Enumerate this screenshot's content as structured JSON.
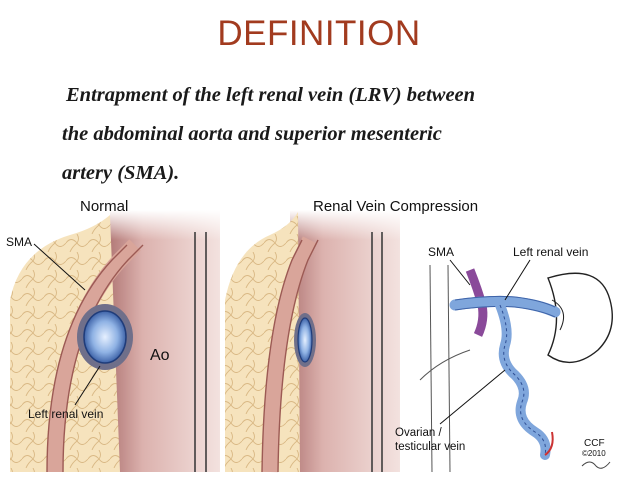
{
  "title": "DEFINITION",
  "definition": {
    "line1": "Entrapment of the left renal vein (LRV) between",
    "line2": "the abdominal aorta and superior mesenteric",
    "line3": "artery (SMA)."
  },
  "panels": {
    "normal": {
      "heading": "Normal",
      "sma_label": "SMA",
      "aorta_label": "Ao",
      "lrv_label": "Left renal vein"
    },
    "compression": {
      "heading": "Renal Vein Compression",
      "sma_label": "SMA",
      "lrv_label": "Left renal vein",
      "ovarian_label_1": "Ovarian /",
      "ovarian_label_2": "testicular vein",
      "credit_1": "CCF",
      "credit_2": "©2010"
    }
  },
  "colors": {
    "title": "#a23b1f",
    "vein_blue": "#7fa6dc",
    "artery_purple": "#8a4a9a",
    "aorta_pink": "#c98f8c",
    "fat_yellow": "#f3dcb2"
  }
}
